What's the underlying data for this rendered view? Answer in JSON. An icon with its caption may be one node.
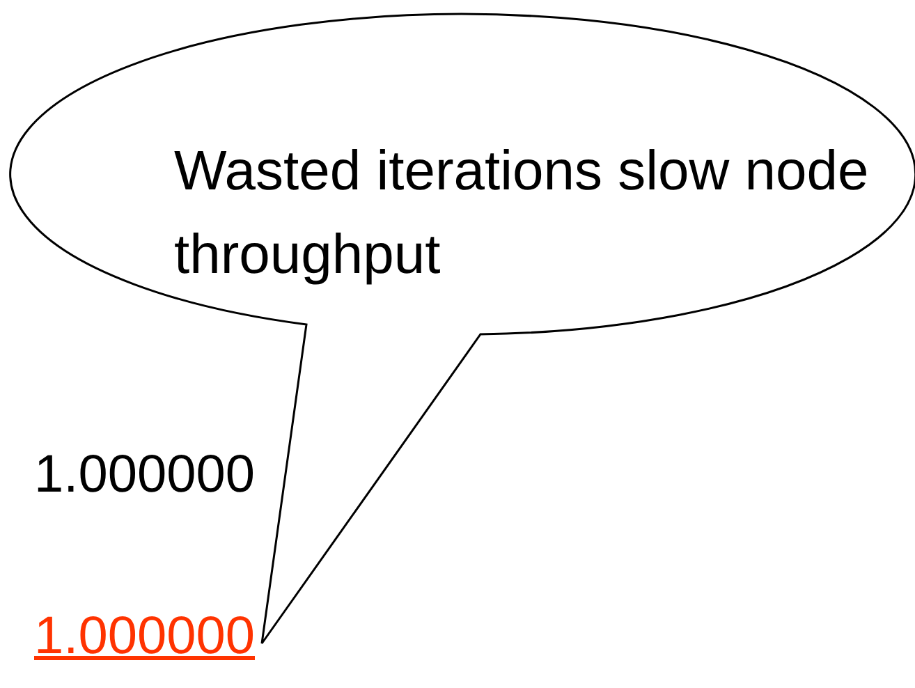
{
  "diagram": {
    "nodes": [
      {
        "text": [
          "Wasted iterations slow node throughput"
        ]
      }
    ],
    "labels": [
      "1.000000",
      "1.000000"
    ]
  }
}
